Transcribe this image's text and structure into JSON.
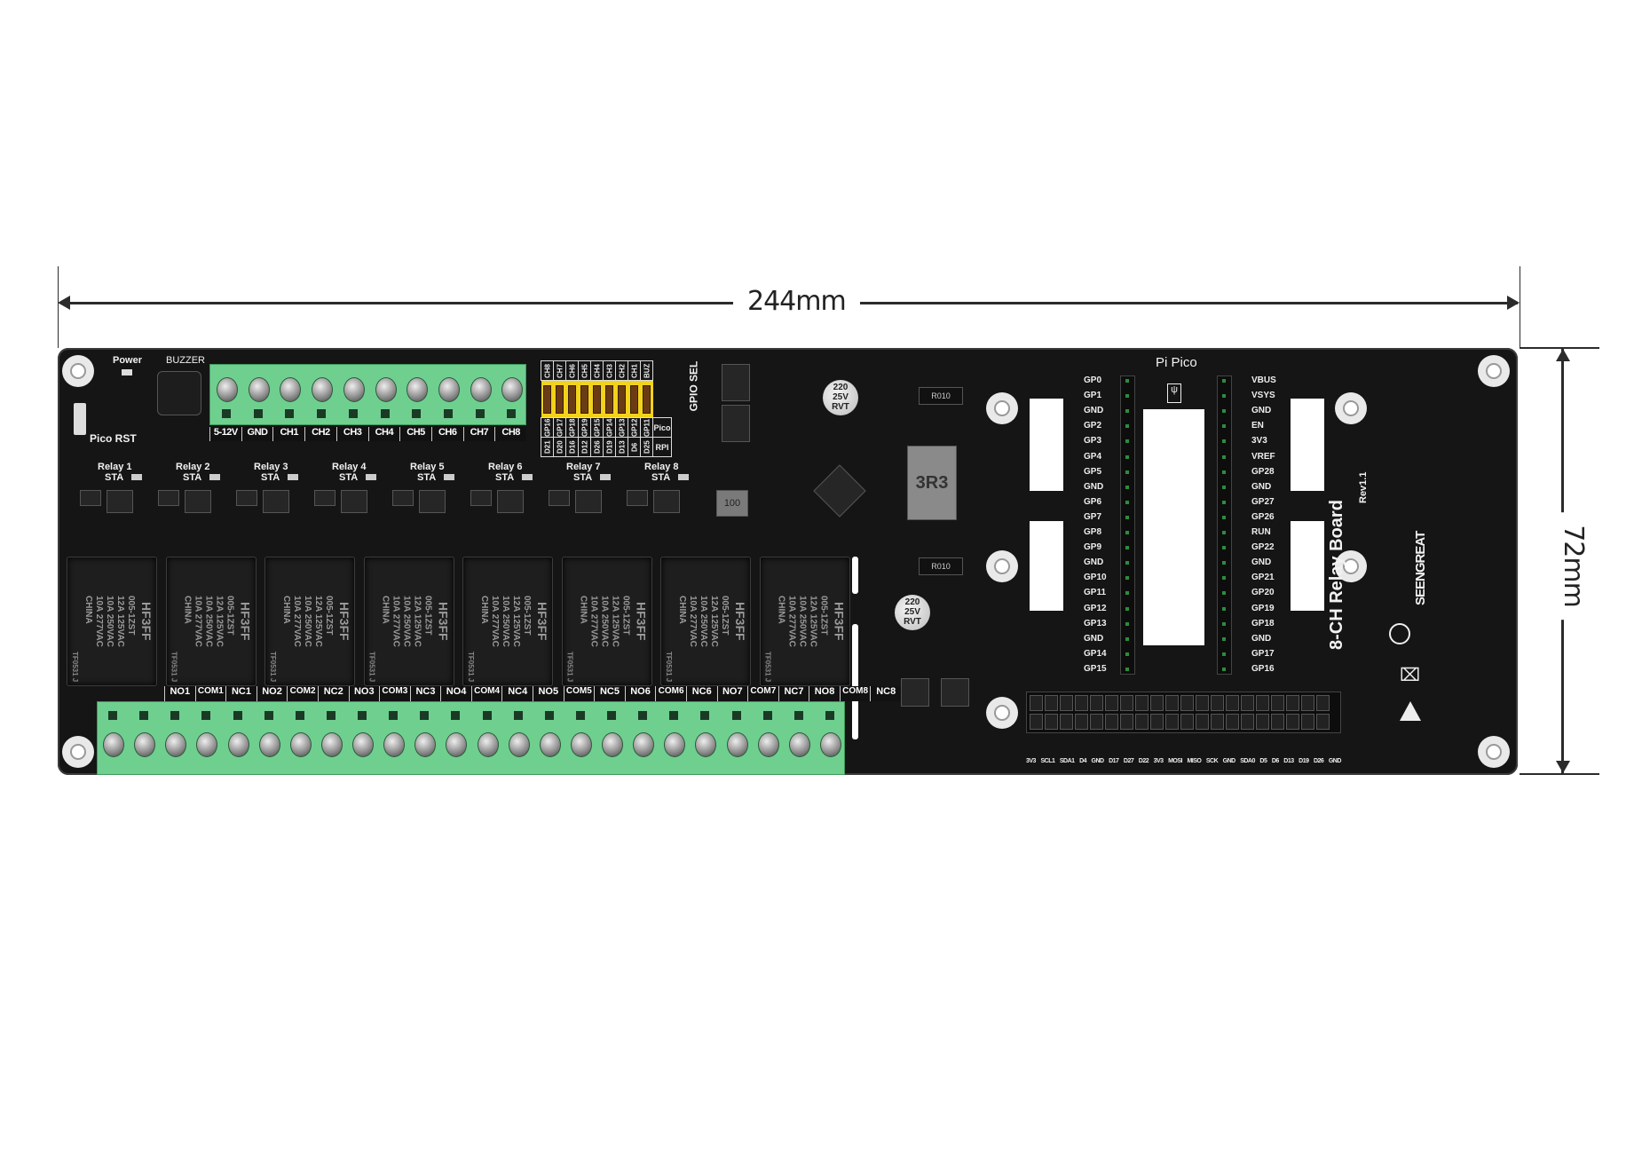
{
  "dimensions": {
    "width_label": "244mm",
    "height_label": "72mm"
  },
  "board": {
    "title": "8-CH Relay Board",
    "revision": "Rev1.1",
    "brand": "SEENGREAT",
    "power_label": "Power",
    "buzzer_label": "BUZZER",
    "reset_label": "Pico RST",
    "pico_label": "Pi Pico",
    "inductor_mark": "3R3",
    "inductor2_mark": "100",
    "resistor_mark": "R010",
    "capacitor_text": "220\n25V\nRVT",
    "input_terminals": [
      "5-12V",
      "GND",
      "CH1",
      "CH2",
      "CH3",
      "CH4",
      "CH5",
      "CH6",
      "CH7",
      "CH8"
    ],
    "gpio_sel": {
      "title": "GPIO SEL",
      "channels": [
        "CH8",
        "CH7",
        "CH6",
        "CH5",
        "CH4",
        "CH3",
        "CH2",
        "CH1",
        "BUZ"
      ],
      "pico_row_label": "Pico",
      "pico": [
        "GP16",
        "GP17",
        "GP18",
        "GP19",
        "GP15",
        "GP14",
        "GP13",
        "GP12",
        "GP11"
      ],
      "rpi_row_label": "RPI",
      "rpi": [
        "D21",
        "D20",
        "D16",
        "D12",
        "D26",
        "D19",
        "D13",
        "D6",
        "D25"
      ]
    },
    "relay_indicators": [
      {
        "name": "Relay 1",
        "sta": "STA"
      },
      {
        "name": "Relay 2",
        "sta": "STA"
      },
      {
        "name": "Relay 3",
        "sta": "STA"
      },
      {
        "name": "Relay 4",
        "sta": "STA"
      },
      {
        "name": "Relay 5",
        "sta": "STA"
      },
      {
        "name": "Relay 6",
        "sta": "STA"
      },
      {
        "name": "Relay 7",
        "sta": "STA"
      },
      {
        "name": "Relay 8",
        "sta": "STA"
      }
    ],
    "relay_marking": "005-1ZST\n12A 125VAC\n10A 250VAC\n10A 277VAC\nCHINA",
    "relay_model": "HF3FF",
    "relay_code": "TF0531 J",
    "output_terminals": [
      "NO1",
      "COM1",
      "NC1",
      "NO2",
      "COM2",
      "NC2",
      "NO3",
      "COM3",
      "NC3",
      "NO4",
      "COM4",
      "NC4",
      "NO5",
      "COM5",
      "NC5",
      "NO6",
      "COM6",
      "NC6",
      "NO7",
      "COM7",
      "NC7",
      "NO8",
      "COM8",
      "NC8"
    ],
    "pico_left_pins": [
      "GP0",
      "GP1",
      "GND",
      "GP2",
      "GP3",
      "GP4",
      "GP5",
      "GND",
      "GP6",
      "GP7",
      "GP8",
      "GP9",
      "GND",
      "GP10",
      "GP11",
      "GP12",
      "GP13",
      "GND",
      "GP14",
      "GP15"
    ],
    "pico_right_pins": [
      "VBUS",
      "VSYS",
      "GND",
      "EN",
      "3V3",
      "VREF",
      "GP28",
      "GND",
      "GP27",
      "GP26",
      "RUN",
      "GP22",
      "GND",
      "GP21",
      "GP20",
      "GP19",
      "GP18",
      "GND",
      "GP17",
      "GP16"
    ],
    "rpi_header_labels": [
      "3V3",
      "SCL1",
      "SDA1",
      "D4",
      "GND",
      "D17",
      "D27",
      "D22",
      "3V3",
      "MOSI",
      "MISO",
      "SCK",
      "GND",
      "SDA0",
      "D5",
      "D6",
      "D13",
      "D19",
      "D26",
      "GND"
    ]
  },
  "colors": {
    "board": "#151515",
    "terminal": "#6fcf8f",
    "jumper": "#f2d21a",
    "dimension": "#2b2b2b"
  }
}
